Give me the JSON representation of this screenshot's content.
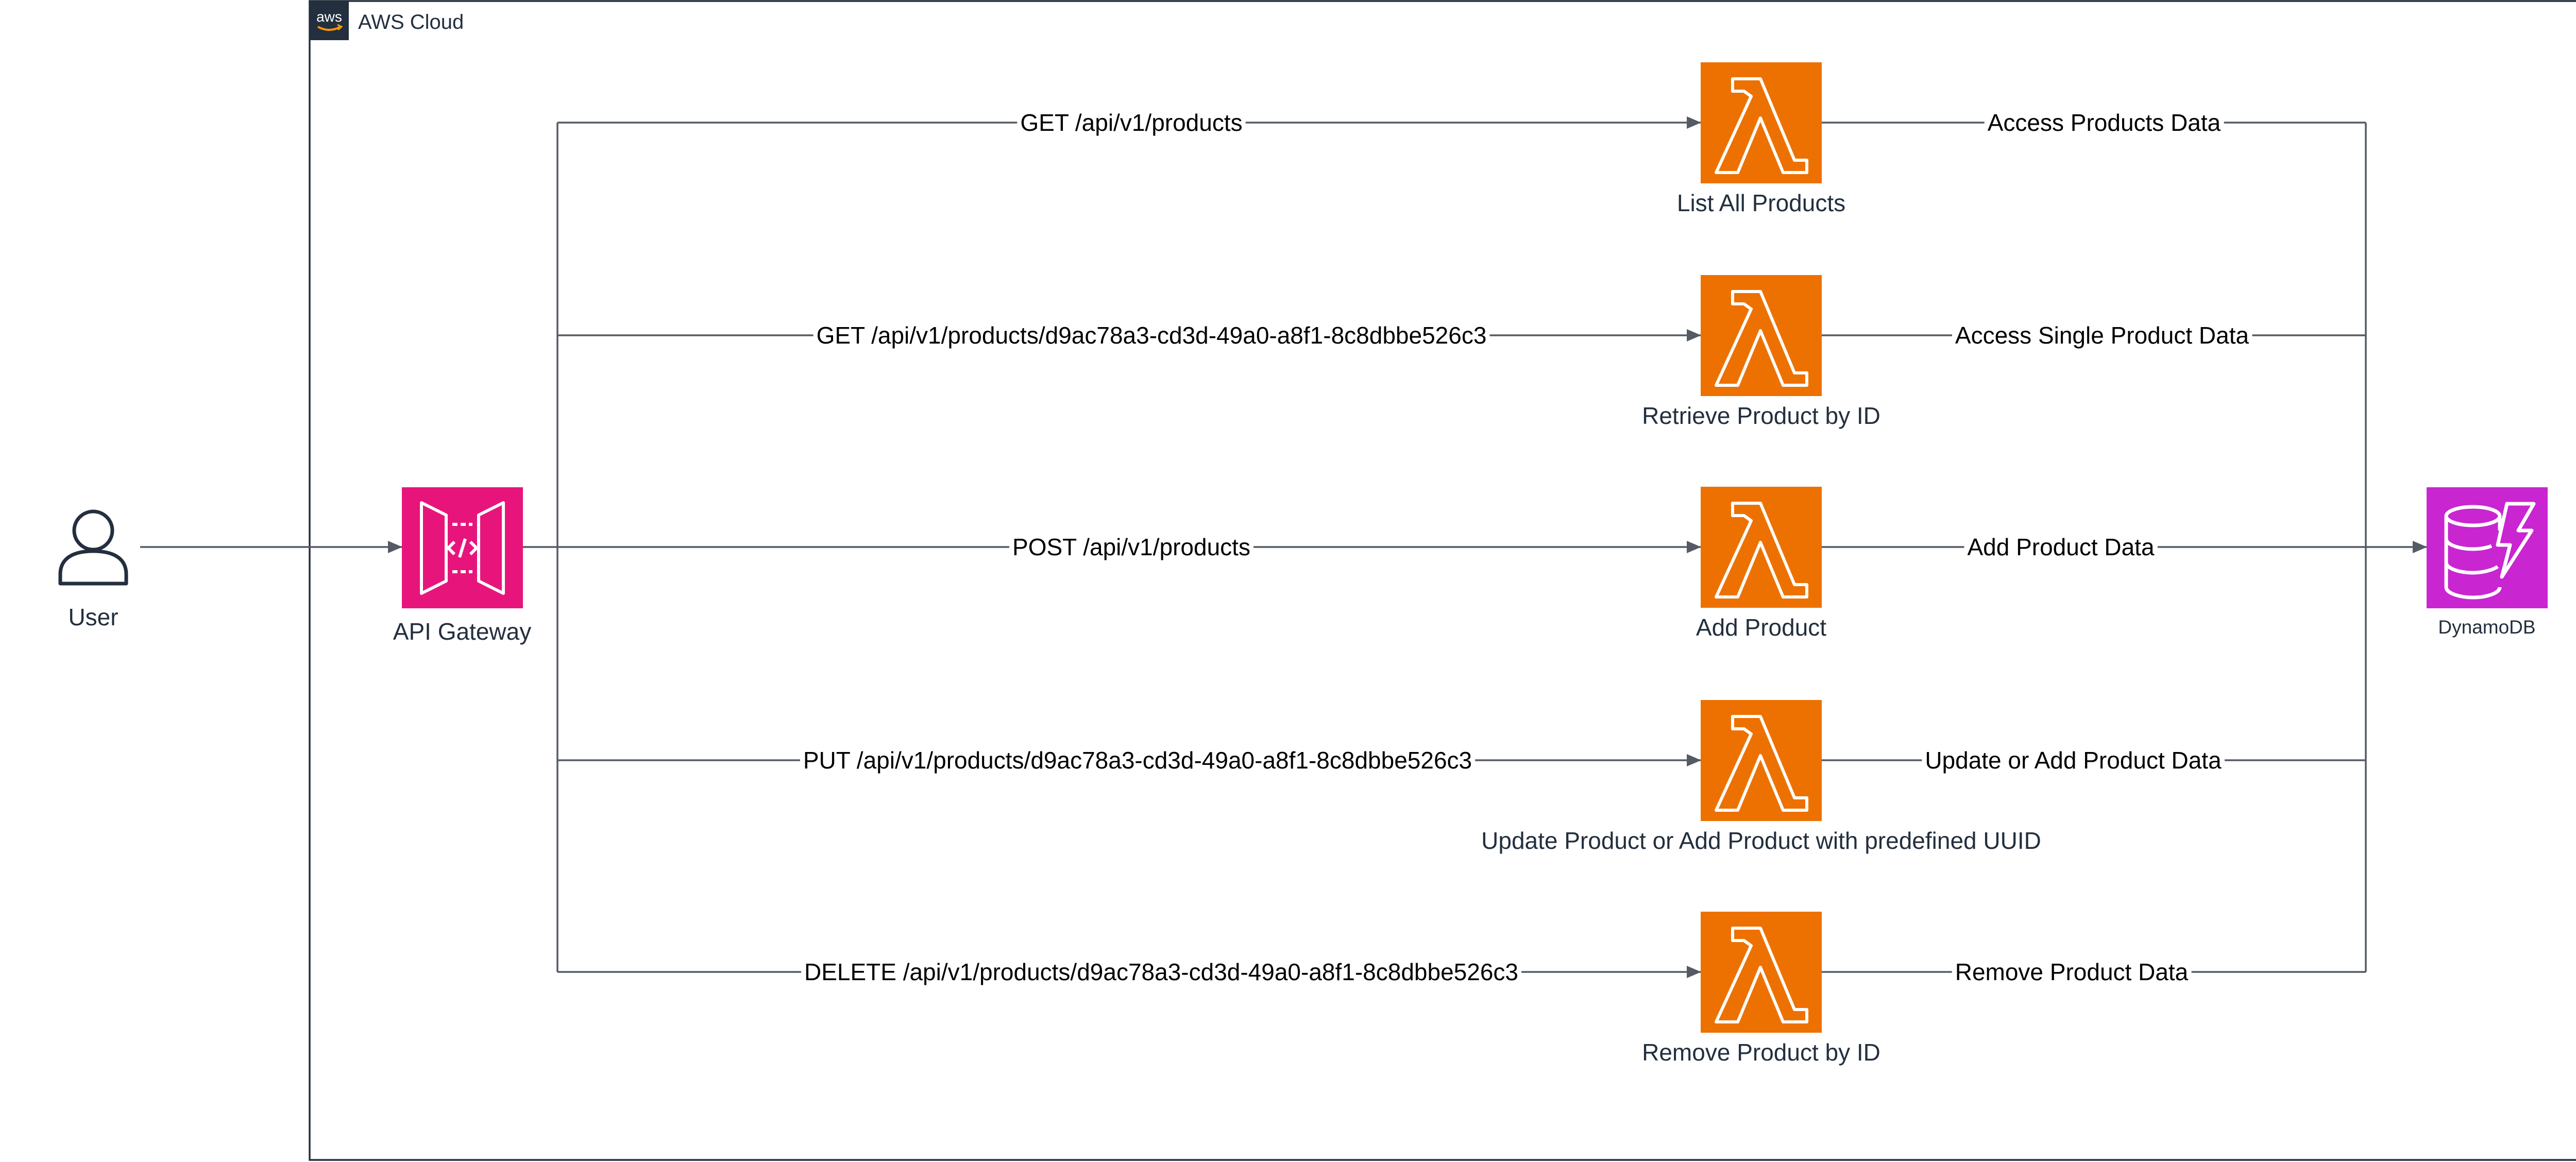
{
  "group": {
    "label": "AWS Cloud",
    "logo_text": "aws"
  },
  "user": {
    "label": "User",
    "icon": "user-icon"
  },
  "api_gateway": {
    "label": "API Gateway",
    "icon": "api-gateway-icon",
    "color": "#e7157b"
  },
  "database": {
    "label": "DynamoDB",
    "icon": "dynamodb-icon",
    "color": "#c925d1"
  },
  "lambda_color": "#ed7100",
  "routes": [
    {
      "request": "GET /api/v1/products",
      "lambda": "List All Products",
      "db_action": "Access Products Data"
    },
    {
      "request": "GET /api/v1/products/d9ac78a3-cd3d-49a0-a8f1-8c8dbbe526c3",
      "lambda": "Retrieve Product by ID",
      "db_action": "Access Single Product Data"
    },
    {
      "request": "POST /api/v1/products",
      "lambda": "Add Product",
      "db_action": "Add Product Data"
    },
    {
      "request": "PUT /api/v1/products/d9ac78a3-cd3d-49a0-a8f1-8c8dbbe526c3",
      "lambda": "Update Product or Add Product with predefined UUID",
      "db_action": "Update or Add Product Data"
    },
    {
      "request": "DELETE /api/v1/products/d9ac78a3-cd3d-49a0-a8f1-8c8dbbe526c3",
      "lambda": "Remove Product by ID",
      "db_action": "Remove Product Data"
    }
  ]
}
